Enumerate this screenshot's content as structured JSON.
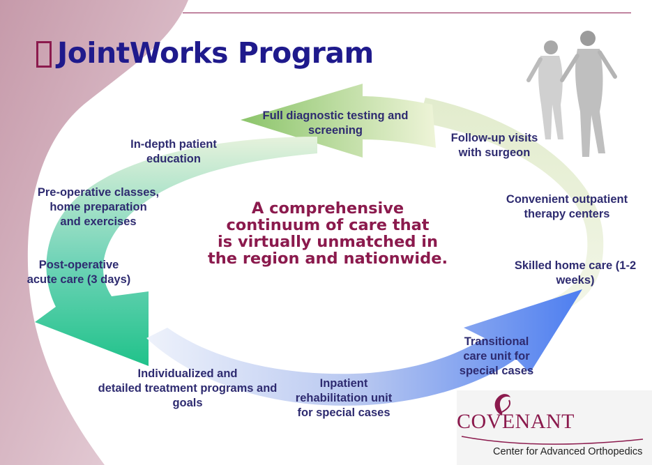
{
  "slide": {
    "title": "JointWorks Program",
    "center_text": [
      "A comprehensive",
      "continuum of care that",
      "is virtually unmatched in",
      "the region and nationwide."
    ],
    "cycle_steps": [
      {
        "lines": [
          "Full diagnostic testing and",
          "screening"
        ]
      },
      {
        "lines": [
          "In-depth patient",
          "education"
        ]
      },
      {
        "lines": [
          "Pre-operative classes,",
          "home preparation",
          "and exercises"
        ]
      },
      {
        "lines": [
          "Post-operative",
          "acute care (3 days)"
        ]
      },
      {
        "lines": [
          "Individualized and",
          "detailed treatment programs and",
          "goals"
        ]
      },
      {
        "lines": [
          "Inpatient",
          "rehabilitation unit",
          "for special cases"
        ]
      },
      {
        "lines": [
          "Transitional",
          "care unit for",
          "special cases"
        ]
      },
      {
        "lines": [
          "Skilled home care (1-2",
          "weeks)"
        ]
      },
      {
        "lines": [
          "Convenient outpatient",
          "therapy centers"
        ]
      },
      {
        "lines": [
          "Follow-up visits",
          "with surgeon"
        ]
      }
    ],
    "logo": {
      "name": "COVENANT",
      "subtitle": "Center for Advanced Orthopedics"
    },
    "colors": {
      "title": "#1f1a8c",
      "accent": "#8b1a4d",
      "label": "#2e2b70"
    }
  }
}
